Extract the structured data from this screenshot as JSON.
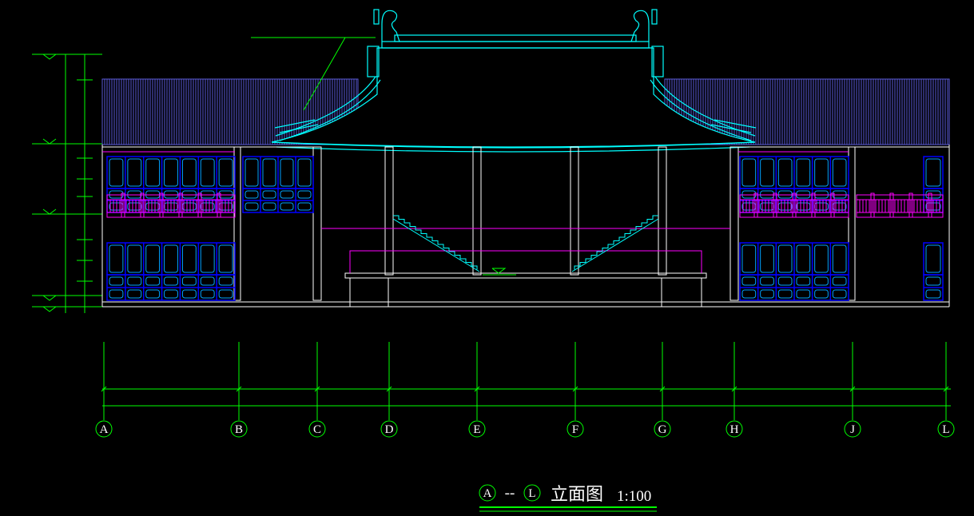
{
  "drawing": {
    "axes": [
      "A",
      "B",
      "C",
      "D",
      "E",
      "F",
      "G",
      "H",
      "J",
      "L"
    ],
    "title": {
      "from_axis": "A",
      "separator": "--",
      "to_axis": "L",
      "name": "立面图",
      "scale": "1:100"
    }
  },
  "colors": {
    "background": "#000000",
    "dimension": "#00ff00",
    "outline": "#ffffff",
    "roof": "#00ffff",
    "tile": "#5a5ad8",
    "window": "#0000ff",
    "railing": "#ff00ff",
    "stair": "#00ffff"
  }
}
